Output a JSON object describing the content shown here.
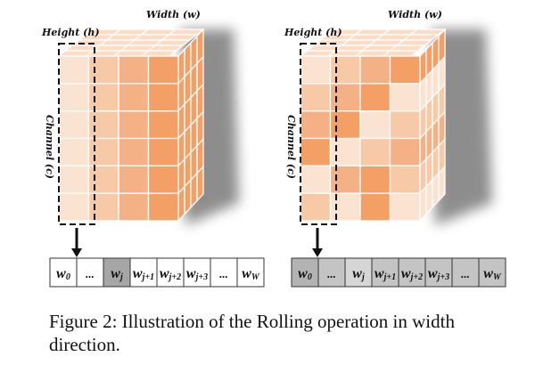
{
  "left_cube": {
    "width_label": "Width (w)",
    "height_label": "Height (h)",
    "channel_label": "Channel (c)",
    "front_column_colors": [
      "#fbe3d1",
      "#f7c9a7",
      "#f4b186",
      "#f39f66"
    ],
    "sequence": [
      {
        "base": "w",
        "sub": "0",
        "color": "#ffffff"
      },
      {
        "base": "...",
        "sub": "",
        "color": "#ffffff"
      },
      {
        "base": "w",
        "sub": "j",
        "color": "#a6a6a6"
      },
      {
        "base": "w",
        "sub": "j+1",
        "color": "#ffffff"
      },
      {
        "base": "w",
        "sub": "j+2",
        "color": "#ffffff"
      },
      {
        "base": "w",
        "sub": "j+3",
        "color": "#ffffff"
      },
      {
        "base": "...",
        "sub": "",
        "color": "#ffffff"
      },
      {
        "base": "w",
        "sub": "W",
        "color": "#ffffff"
      }
    ]
  },
  "right_cube": {
    "width_label": "Width (w)",
    "height_label": "Height (h)",
    "channel_label": "Channel (c)",
    "front_grid_colors": [
      [
        "#fbe3d1",
        "#f7c9a7",
        "#f4b186",
        "#f39f66"
      ],
      [
        "#f7c9a7",
        "#f4b186",
        "#f39f66",
        "#fbe3d1"
      ],
      [
        "#f4b186",
        "#f39f66",
        "#fbe3d1",
        "#f7c9a7"
      ],
      [
        "#f39f66",
        "#fbe3d1",
        "#f7c9a7",
        "#f4b186"
      ],
      [
        "#fbe3d1",
        "#f4b186",
        "#f39f66",
        "#f7c9a7"
      ],
      [
        "#f7c9a7",
        "#fbe3d1",
        "#f39f66",
        "#fbe3d1"
      ]
    ],
    "sequence": [
      {
        "base": "w",
        "sub": "0",
        "color": "#b3b3b3"
      },
      {
        "base": "...",
        "sub": "",
        "color": "#c4c4c4"
      },
      {
        "base": "w",
        "sub": "j",
        "color": "#d6d6d6"
      },
      {
        "base": "w",
        "sub": "j+1",
        "color": "#c4c4c4"
      },
      {
        "base": "w",
        "sub": "j+2",
        "color": "#c4c4c4"
      },
      {
        "base": "w",
        "sub": "j+3",
        "color": "#c4c4c4"
      },
      {
        "base": "...",
        "sub": "",
        "color": "#c4c4c4"
      },
      {
        "base": "w",
        "sub": "W",
        "color": "#c4c4c4"
      }
    ]
  },
  "colors": {
    "top_face": "#fbdcc6",
    "side_face": "#f6c6a3",
    "grid_line": "#ffffff",
    "shadow": "#7a7a7a",
    "dashed_box": "#111111",
    "arrow": "#111111"
  },
  "caption": "Figure 2: Illustration of the Rolling operation in width direction."
}
